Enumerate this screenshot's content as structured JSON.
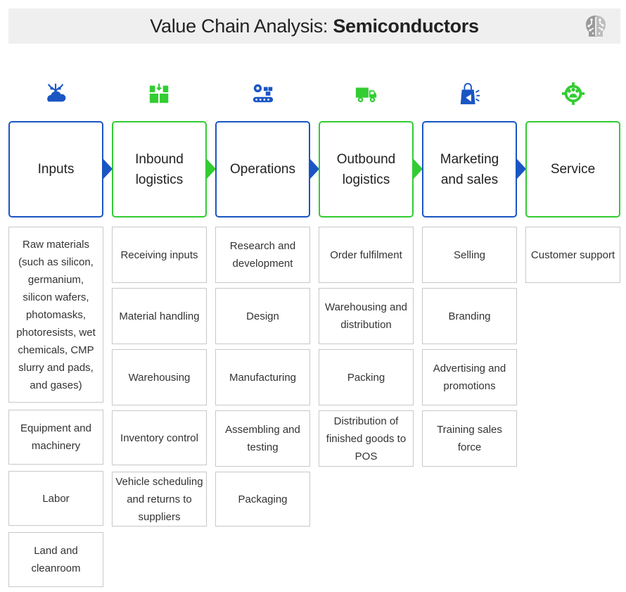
{
  "title": {
    "prefix": "Value Chain Analysis: ",
    "subject": "Semiconductors"
  },
  "logo_icon": "circuit-brain-icon",
  "colors": {
    "blue": "#1a55c4",
    "green": "#33cc33",
    "border_gray": "#c8c8c8",
    "title_bg": "#efefef"
  },
  "columns": [
    {
      "header": "Inputs",
      "icon": "cloud-download-icon",
      "color": "blue",
      "items": [
        "Raw materials (such as silicon, germanium, silicon wafers, photomasks, photoresists, wet chemicals, CMP slurry and pads, and gases)",
        "Equipment and machinery",
        "Labor",
        "Land and cleanroom"
      ]
    },
    {
      "header": "Inbound logistics",
      "icon": "boxes-arrow-icon",
      "color": "green",
      "items": [
        "Receiving inputs",
        "Material handling",
        "Warehousing",
        "Inventory control",
        "Vehicle scheduling and returns to suppliers"
      ]
    },
    {
      "header": "Operations",
      "icon": "conveyor-gear-icon",
      "color": "blue",
      "items": [
        "Research and development",
        "Design",
        "Manufacturing",
        "Assembling and testing",
        "Packaging"
      ]
    },
    {
      "header": "Outbound logistics",
      "icon": "delivery-truck-icon",
      "color": "green",
      "items": [
        "Order fulfilment",
        "Warehousing and distribution",
        "Packing",
        "Distribution of finished goods to POS"
      ]
    },
    {
      "header": "Marketing and sales",
      "icon": "shopping-bag-megaphone-icon",
      "color": "blue",
      "items": [
        "Selling",
        "Branding",
        "Advertising and promotions",
        "Training sales force"
      ]
    },
    {
      "header": "Service",
      "icon": "support-team-gear-icon",
      "color": "green",
      "items": [
        "Customer support"
      ]
    }
  ]
}
